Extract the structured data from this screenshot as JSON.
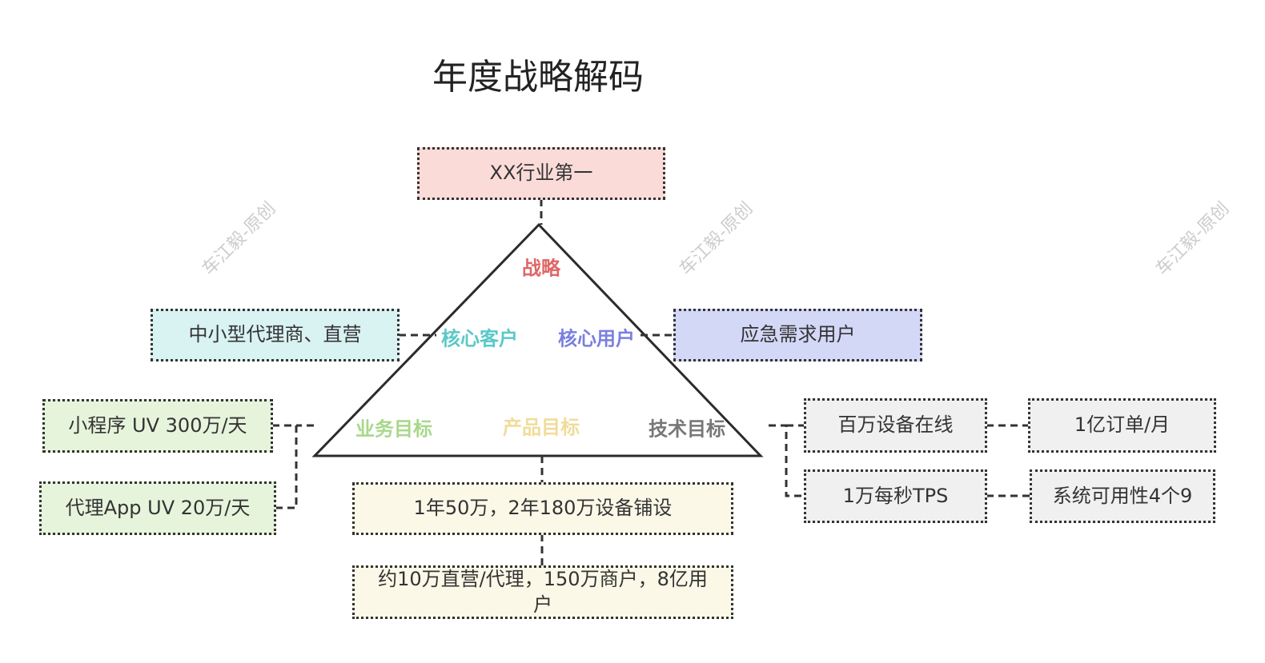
{
  "title": "年度战略解码",
  "watermark": "车江毅-原创",
  "pyramid": {
    "strategy": "战略",
    "core_customer": "核心客户",
    "core_user": "核心用户",
    "business_goal": "业务目标",
    "product_goal": "产品目标",
    "tech_goal": "技术目标"
  },
  "boxes": {
    "strategy": "XX行业第一",
    "customers": "中小型代理商、直营",
    "users": "应急需求用户",
    "biz1": "小程序 UV 300万/天",
    "biz2": "代理App UV 20万/天",
    "prod1": "1年50万，2年180万设备铺设",
    "prod2": "约10万直营/代理，150万商户，8亿用户",
    "tech1": "百万设备在线",
    "tech2": "1万每秒TPS",
    "tech1b": "1亿订单/月",
    "tech2b": "系统可用性4个9"
  },
  "colors": {
    "strategy": "#e06666",
    "core_customer": "#5bc8c8",
    "core_user": "#7a7fe0",
    "business": "#a8d88a",
    "product": "#f0dc9a",
    "tech": "#777777"
  }
}
